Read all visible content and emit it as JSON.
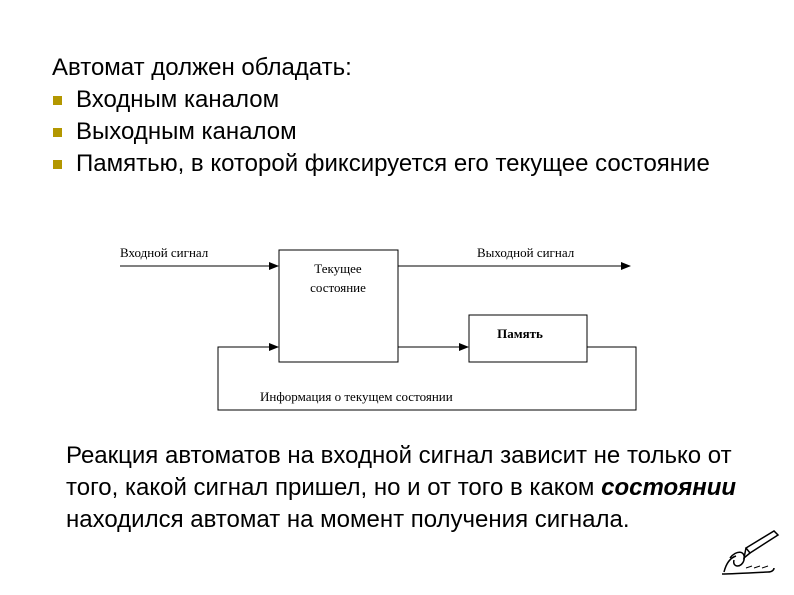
{
  "intro": {
    "heading": "Автомат должен обладать:",
    "items": [
      "Входным каналом",
      "Выходным каналом",
      "Памятью, в которой фиксируется его текущее состояние"
    ]
  },
  "diagram": {
    "input_label": "Входной сигнал",
    "output_label": "Выходной сигнал",
    "state_box_line1": "Текущее",
    "state_box_line2": "состояние",
    "memory_label": "Память",
    "feedback_label": "Информация о текущем состоянии"
  },
  "conclusion": {
    "before": "Реакция автоматов на входной сигнал зависит не только от того, какой сигнал пришел, но и от того в каком ",
    "emphasis": "состоянии",
    "after": " находился автомат на момент получения сигнала."
  },
  "colors": {
    "bullet": "#b39700"
  },
  "icons": {
    "corner": "pen-note-icon"
  }
}
